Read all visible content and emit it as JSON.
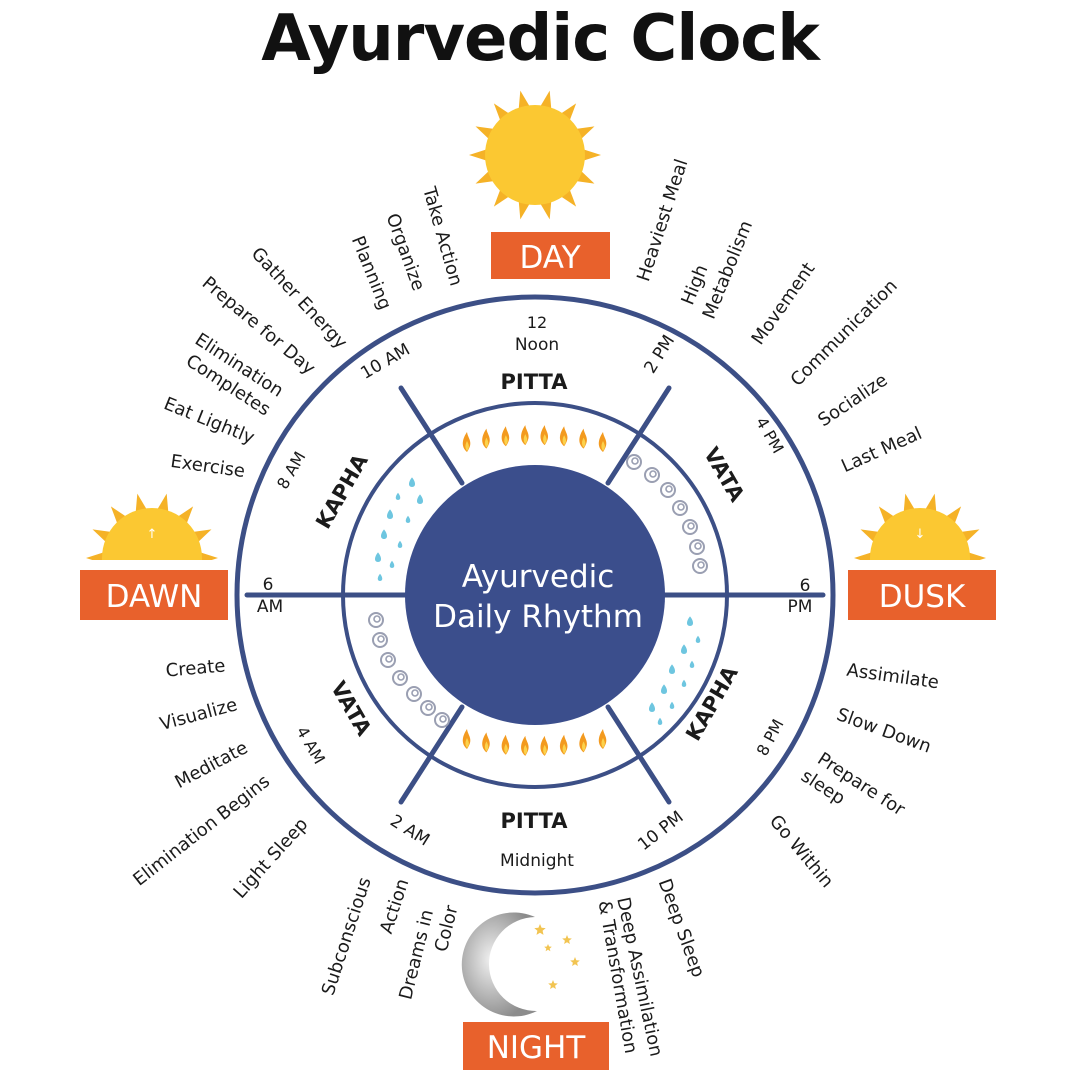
{
  "title": "Ayurvedic Clock",
  "center": {
    "line1": "Ayurvedic",
    "line2": "Daily Rhythm"
  },
  "periods": {
    "day": "DAY",
    "dawn": "DAWN",
    "dusk": "DUSK",
    "night": "NIGHT"
  },
  "times": {
    "noon_12": "12",
    "noon": "Noon",
    "pm2": "2 PM",
    "pm4": "4 PM",
    "pm6a": "6",
    "pm6b": "PM",
    "pm8": "8 PM",
    "pm10": "10 PM",
    "midnight": "Midnight",
    "am2": "2 AM",
    "am4": "4 AM",
    "am6a": "6",
    "am6b": "AM",
    "am8": "8 AM",
    "am10": "10 AM"
  },
  "doshas": {
    "pitta_top": "PITTA",
    "vata_right": "VATA",
    "kapha_right": "KAPHA",
    "pitta_bottom": "PITTA",
    "vata_left": "VATA",
    "kapha_left": "KAPHA"
  },
  "activities": {
    "take_action": "Take Action",
    "organize": "Organize",
    "planning": "Planning",
    "gather_energy": "Gather Energy",
    "prepare_for_day": "Prepare for Day",
    "elimination": "Elimination",
    "completes": "Completes",
    "eat_lightly": "Eat Lightly",
    "exercise": "Exercise",
    "heaviest_meal": "Heaviest Meal",
    "high": "High",
    "metabolism": "Metabolism",
    "movement": "Movement",
    "communication": "Communication",
    "socialize": "Socialize",
    "last_meal": "Last Meal",
    "assimilate": "Assimilate",
    "slow_down": "Slow Down",
    "prepare_for": "Prepare for",
    "sleep": "sleep",
    "go_within": "Go Within",
    "deep_sleep": "Deep Sleep",
    "deep_assimilation": "Deep Assimilation",
    "transformation": "& Transformation",
    "subconscious": "Subconscious",
    "action": "Action",
    "dreams_in": "Dreams in",
    "color": "Color",
    "light_sleep": "Light Sleep",
    "elimination_begins": "Elimination Begins",
    "meditate": "Meditate",
    "visualize": "Visualize",
    "create": "Create"
  },
  "colors": {
    "ring": "#3c4f86",
    "center_fill": "#3b4e8c",
    "label_orange": "#e8612c",
    "sun": "#fbc832",
    "sun_ray": "#f5b227",
    "flame": "#f39a1f",
    "water": "#6ec6e0",
    "air": "#9a9fb2"
  }
}
